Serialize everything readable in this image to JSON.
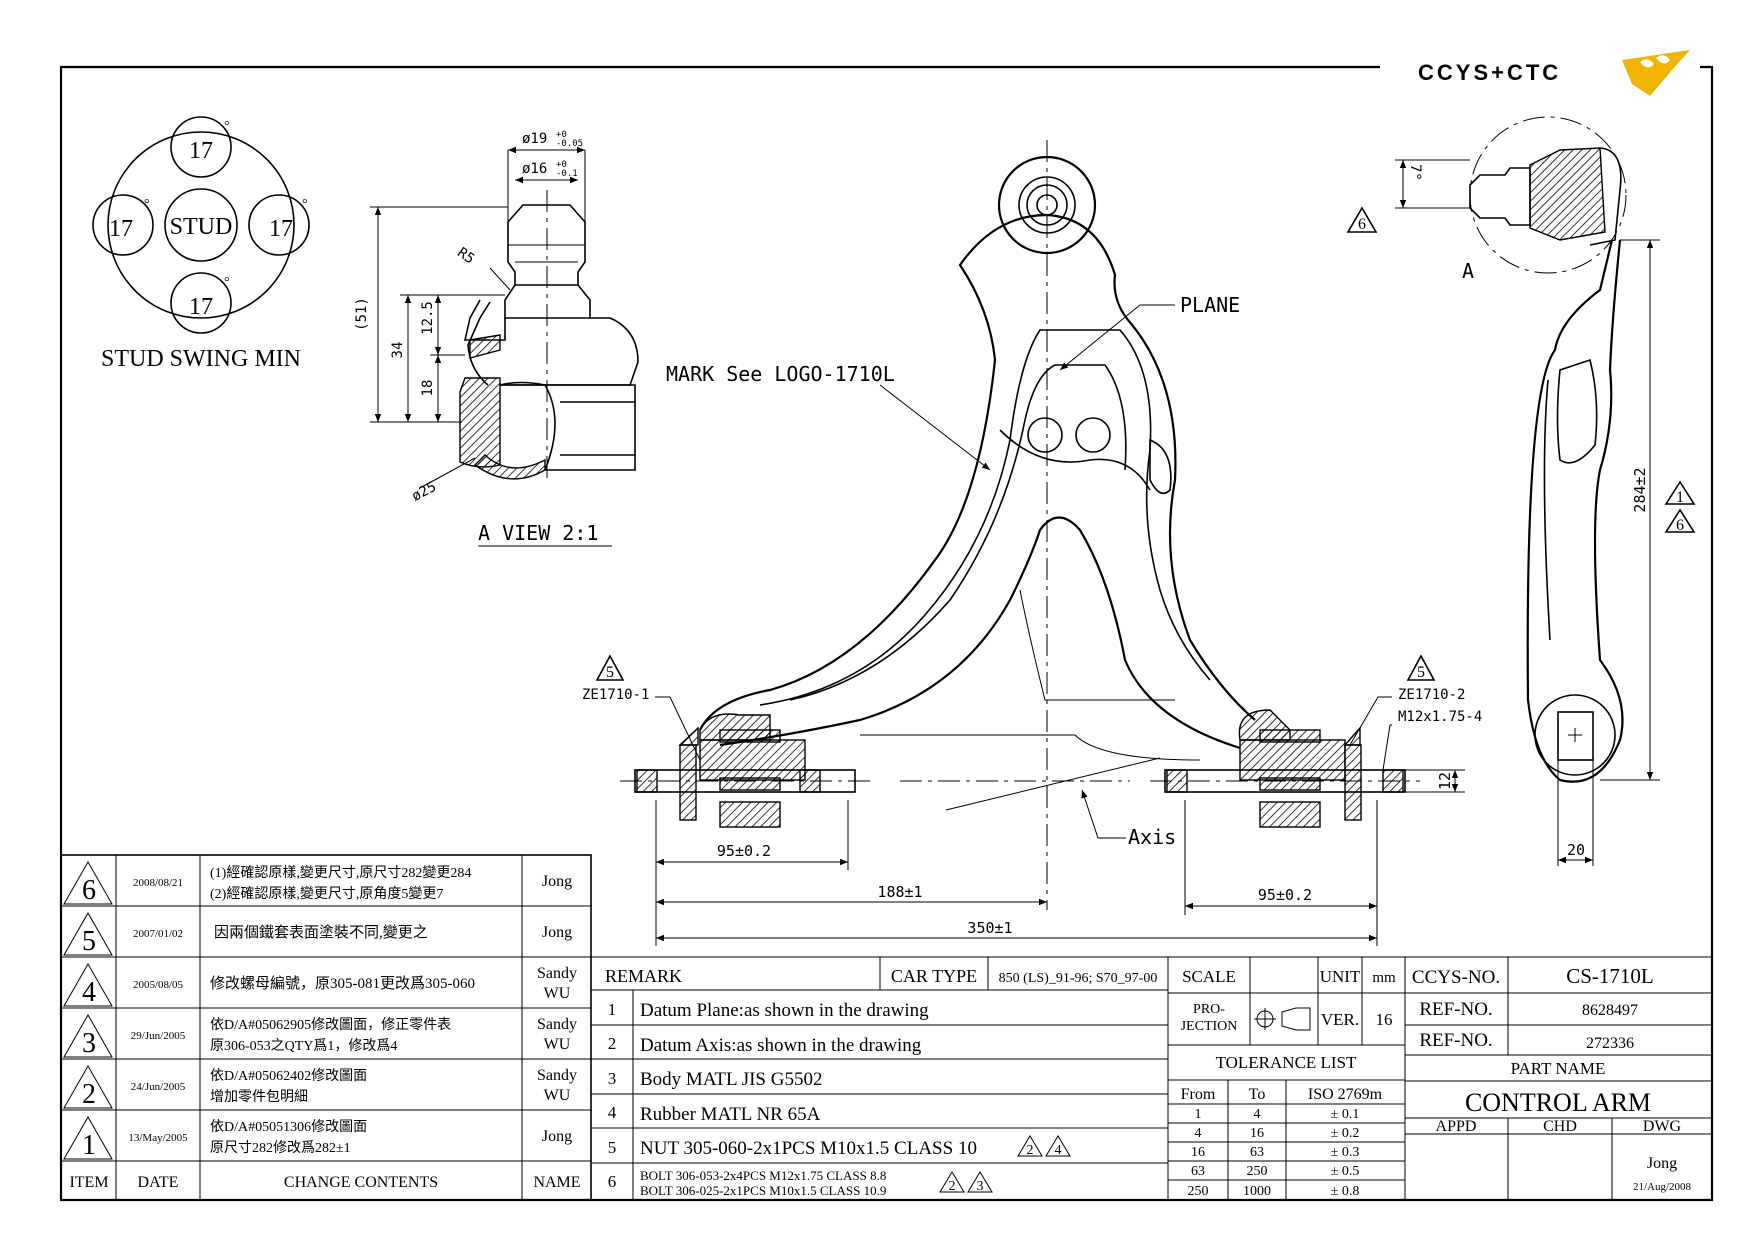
{
  "brand": {
    "logo_text": "CCYS+CTC",
    "logo_color": "#f0b400"
  },
  "stud_swing": {
    "center": "STUD",
    "angles": [
      "17",
      "17",
      "17",
      "17"
    ],
    "degree_symbol": "°",
    "title": "STUD SWING MIN"
  },
  "a_view": {
    "title": "A VIEW 2:1",
    "dim_dia19": "ø19",
    "dim_dia19_tol_upper": "+0",
    "dim_dia19_tol_lower": "-0.05",
    "dim_dia16": "ø16",
    "dim_dia16_tol_upper": "+0",
    "dim_dia16_tol_lower": "-0.1",
    "dim_r5": "R5",
    "dim_51": "(51)",
    "dim_34": "34",
    "dim_125": "12.5",
    "dim_18": "18",
    "dim_dia25": "ø25"
  },
  "main_view": {
    "mark_label": "MARK See LOGO-1710L",
    "plane_label": "PLANE",
    "axis_label": "Axis",
    "ze_left": "ZE1710-1",
    "ze_right": "ZE1710-2",
    "thread": "M12x1.75-4",
    "rev_mark_left": "5",
    "rev_mark_right": "5",
    "dim_95_left": "95±0.2",
    "dim_188": "188±1",
    "dim_95_right": "95±0.2",
    "dim_350": "350±1",
    "dim_12": "12"
  },
  "side_view": {
    "view_label": "A",
    "dim_7": "7°",
    "rev_mark_top": "6",
    "dim_284": "284±2",
    "rev_mark_1": "1",
    "rev_mark_6": "6",
    "dim_20": "20"
  },
  "revisions": {
    "headers": {
      "item": "ITEM",
      "date": "DATE",
      "contents": "CHANGE CONTENTS",
      "name": "NAME"
    },
    "rows": [
      {
        "item": "6",
        "date": "2008/08/21",
        "line1": "(1)經確認原樣,變更尺寸,原尺寸282變更284",
        "line2": "(2)經確認原樣,變更尺寸,原角度5變更7",
        "name1": "Jong",
        "name2": ""
      },
      {
        "item": "5",
        "date": "2007/01/02",
        "line1": "因兩個鐵套表面塗裝不同,變更之",
        "line2": "",
        "name1": "Jong",
        "name2": ""
      },
      {
        "item": "4",
        "date": "2005/08/05",
        "line1": "修改螺母編號，原305-081更改爲305-060",
        "line2": "",
        "name1": "Sandy",
        "name2": "WU"
      },
      {
        "item": "3",
        "date": "29/Jun/2005",
        "line1": "依D/A#05062905修改圖面，修正零件表",
        "line2": "原306-053之QTY爲1，修改爲4",
        "name1": "Sandy",
        "name2": "WU"
      },
      {
        "item": "2",
        "date": "24/Jun/2005",
        "line1": "依D/A#05062402修改圖面",
        "line2": "增加零件包明細",
        "name1": "Sandy",
        "name2": "WU"
      },
      {
        "item": "1",
        "date": "13/May/2005",
        "line1": "依D/A#05051306修改圖面",
        "line2": "原尺寸282修改爲282±1",
        "name1": "Jong",
        "name2": ""
      }
    ]
  },
  "remarks": {
    "header": "REMARK",
    "car_type_label": "CAR TYPE",
    "car_type_value": "850 (LS)_91-96; S70_97-00",
    "rows": [
      {
        "no": "1",
        "text": "Datum Plane:as shown in the drawing"
      },
      {
        "no": "2",
        "text": "Datum Axis:as shown in the drawing"
      },
      {
        "no": "3",
        "text": "Body MATL JIS G5502"
      },
      {
        "no": "4",
        "text": "Rubber MATL NR 65A"
      },
      {
        "no": "5",
        "text": "NUT 305-060-2x1PCS M10x1.5 CLASS 10",
        "marks": [
          "2",
          "4"
        ]
      },
      {
        "no": "6",
        "text": "BOLT 306-053-2x4PCS M12x1.75 CLASS 8.8",
        "text2": "BOLT 306-025-2x1PCS M10x1.5 CLASS 10.9",
        "marks": [
          "2",
          "3"
        ]
      }
    ]
  },
  "title_block": {
    "scale_label": "SCALE",
    "unit_label": "UNIT",
    "unit_value": "mm",
    "projection_label_1": "PRO-",
    "projection_label_2": "JECTION",
    "ver_label": "VER.",
    "ver_value": "16",
    "ccys_label": "CCYS-NO.",
    "ccys_value": "CS-1710L",
    "ref1_label": "REF-NO.",
    "ref1_value": "8628497",
    "ref2_label": "REF-NO.",
    "ref2_value": "272336",
    "tolerance_title": "TOLERANCE LIST",
    "tol_headers": {
      "from": "From",
      "to": "To",
      "iso": "ISO 2769m"
    },
    "tolerances": [
      {
        "from": "1",
        "to": "4",
        "tol": "± 0.1"
      },
      {
        "from": "4",
        "to": "16",
        "tol": "± 0.2"
      },
      {
        "from": "16",
        "to": "63",
        "tol": "± 0.3"
      },
      {
        "from": "63",
        "to": "250",
        "tol": "± 0.5"
      },
      {
        "from": "250",
        "to": "1000",
        "tol": "± 0.8"
      }
    ],
    "part_name_label": "PART NAME",
    "part_name": "CONTROL ARM",
    "appd_label": "APPD",
    "chd_label": "CHD",
    "dwg_label": "DWG",
    "dwg_name": "Jong",
    "dwg_date": "21/Aug/2008"
  }
}
